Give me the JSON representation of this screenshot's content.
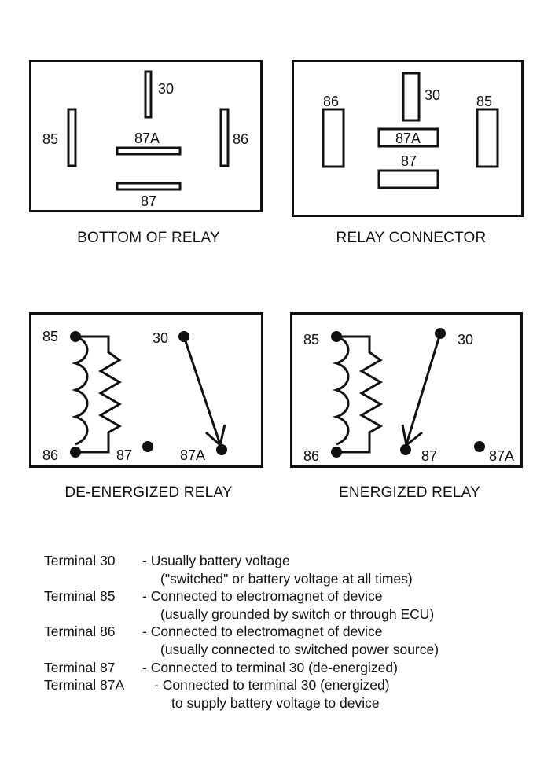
{
  "bottom_of_relay": {
    "caption": "BOTTOM OF RELAY",
    "labels": {
      "t30": "30",
      "t85": "85",
      "t86": "86",
      "t87a": "87A",
      "t87": "87"
    }
  },
  "relay_connector": {
    "caption": "RELAY CONNECTOR",
    "labels": {
      "t86": "86",
      "t30": "30",
      "t85": "85",
      "t87a": "87A",
      "t87": "87"
    }
  },
  "de_energized": {
    "caption": "DE-ENERGIZED RELAY",
    "labels": {
      "t85": "85",
      "t30": "30",
      "t86": "86",
      "t87": "87",
      "t87a": "87A"
    }
  },
  "energized": {
    "caption": "ENERGIZED RELAY",
    "labels": {
      "t85": "85",
      "t30": "30",
      "t86": "86",
      "t87": "87",
      "t87a": "87A"
    }
  },
  "legend": [
    {
      "term": "Terminal 30",
      "lines": [
        "-  Usually battery voltage",
        "(\"switched\" or battery voltage at all times)"
      ]
    },
    {
      "term": "Terminal 85",
      "lines": [
        "-  Connected to electromagnet of device",
        "(usually grounded by switch or through ECU)"
      ]
    },
    {
      "term": "Terminal 86",
      "lines": [
        "-  Connected to electromagnet of device",
        "(usually connected to switched power source)"
      ]
    },
    {
      "term": "Terminal 87",
      "lines": [
        "-  Connected to terminal 30 (de-energized)"
      ]
    },
    {
      "term": "Terminal 87A",
      "lines": [
        "-  Connected to terminal 30 (energized)",
        "to supply battery voltage to device"
      ]
    }
  ]
}
